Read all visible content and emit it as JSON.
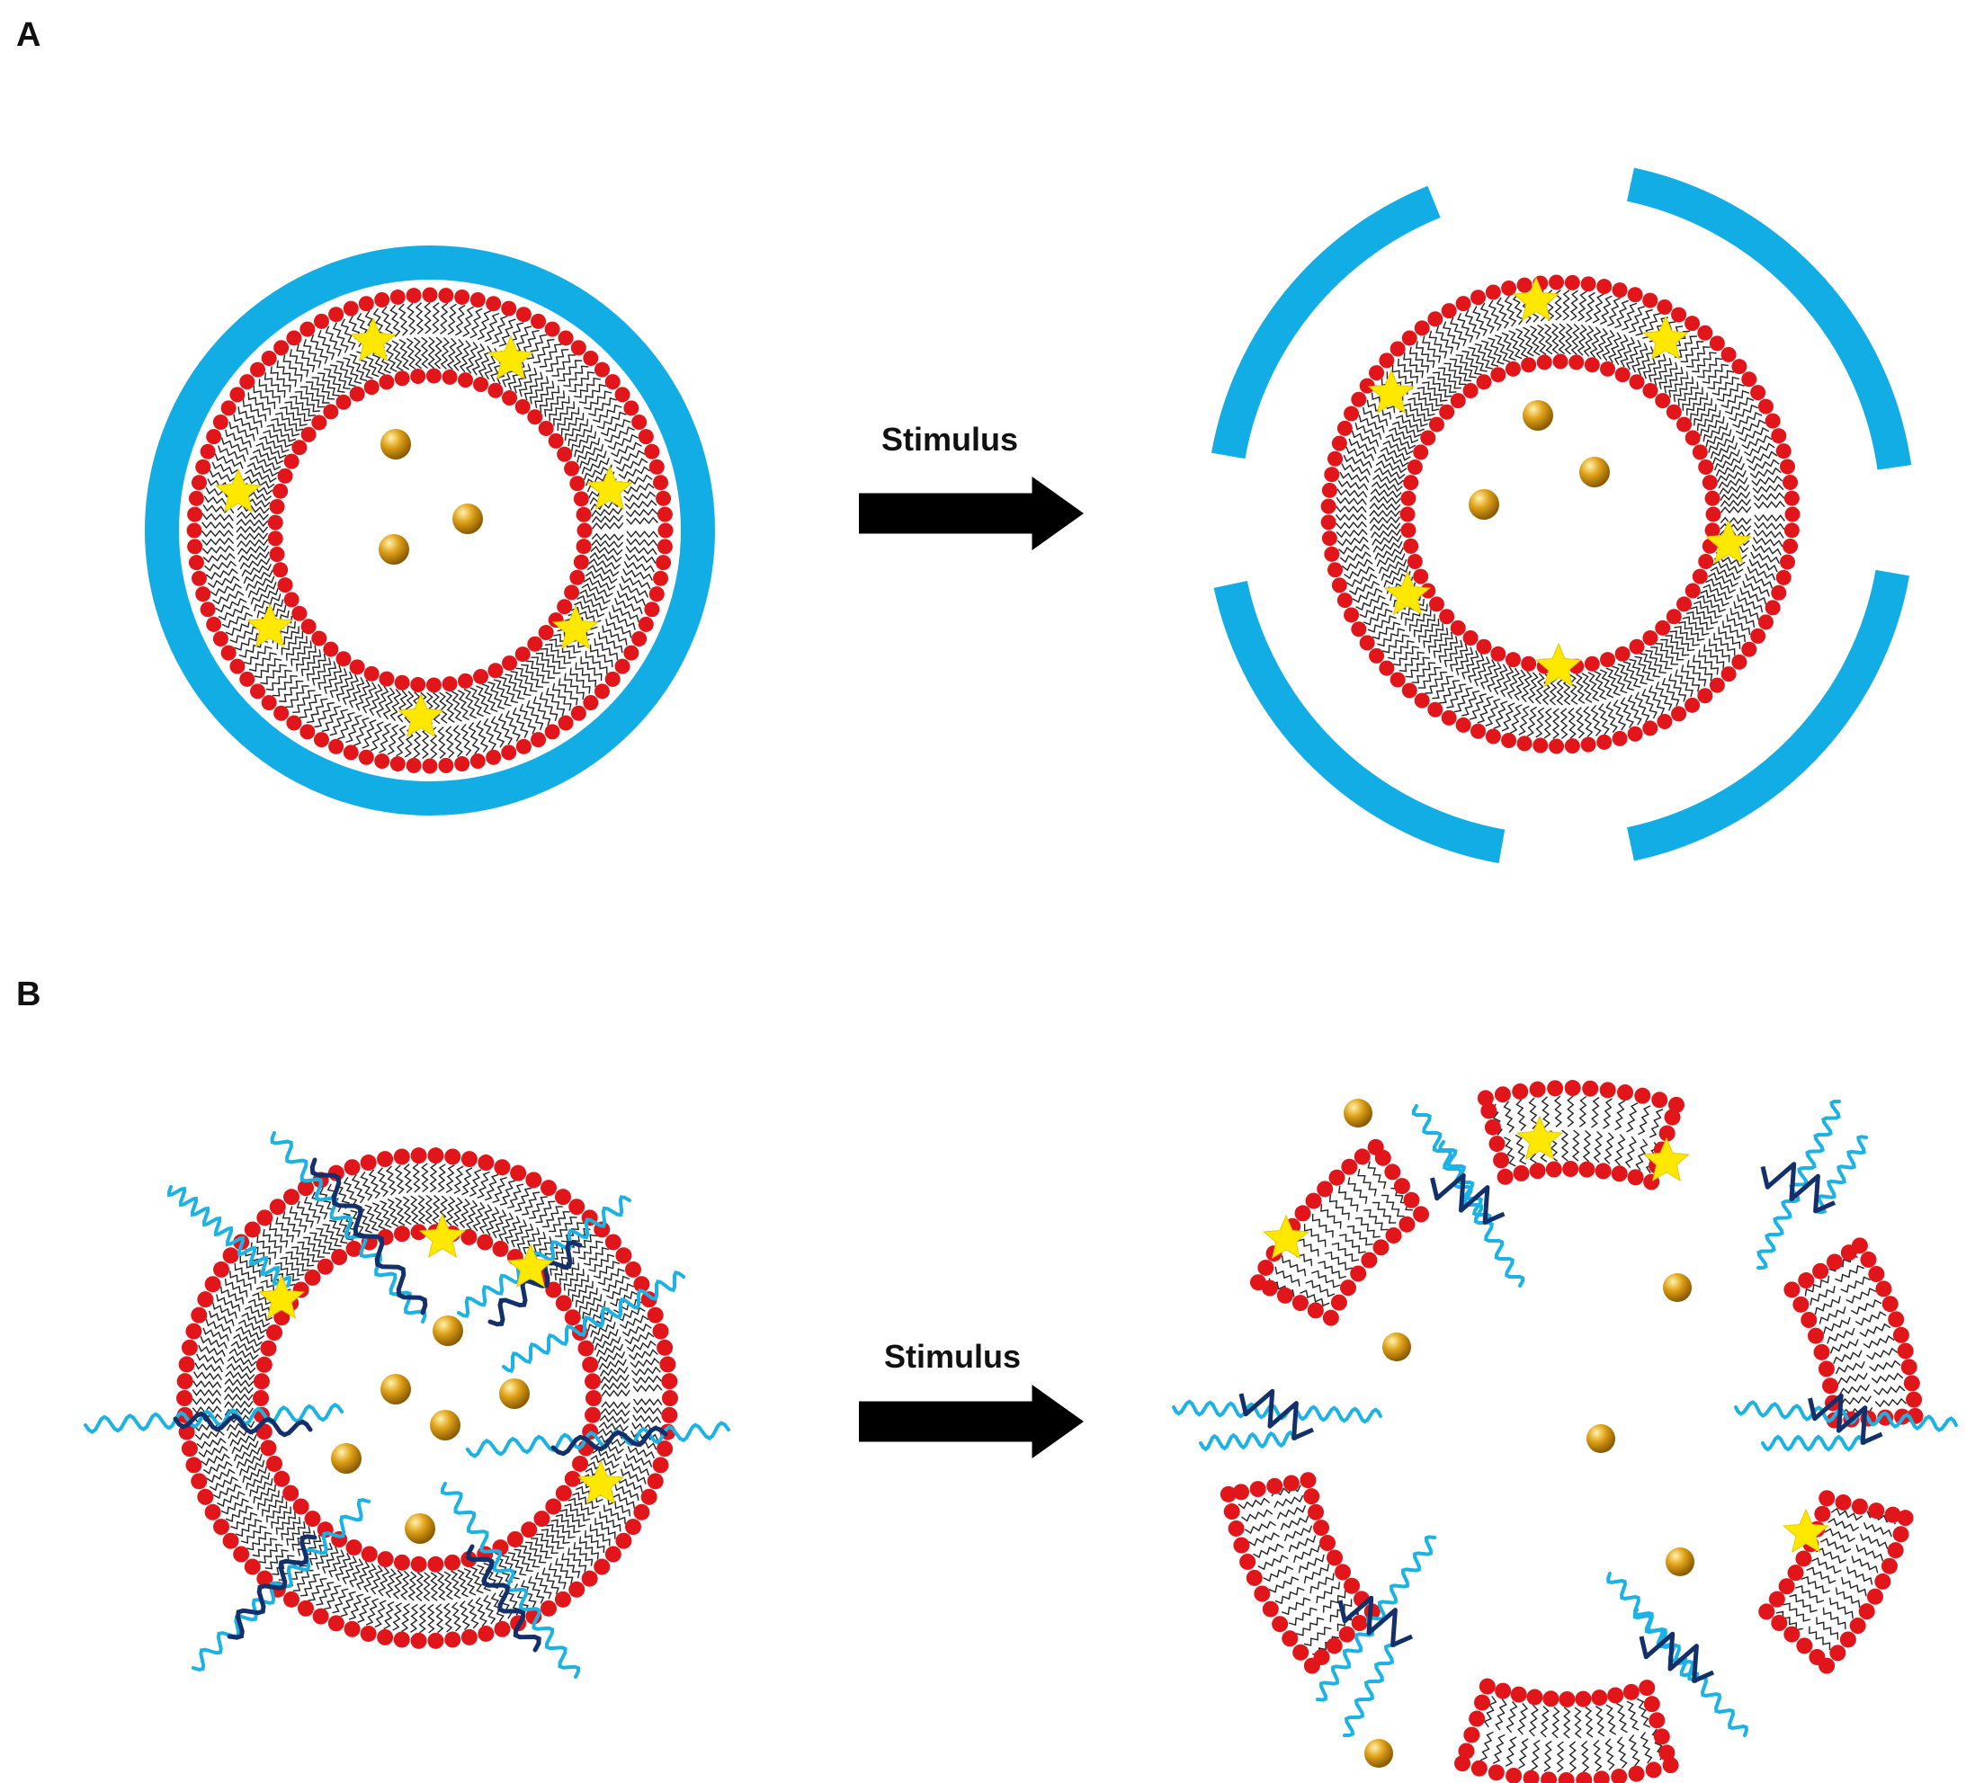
{
  "panels": [
    {
      "id": "A",
      "label": "A",
      "arrow_label": "Stimulus"
    },
    {
      "id": "B",
      "label": "B",
      "arrow_label": "Stimulus"
    }
  ],
  "colors": {
    "head": "#e0161b",
    "tail": "#222222",
    "coating": "#13ade6",
    "star": "#ffe800",
    "drug": "#e0a21a",
    "polymer_light": "#1cb2e3",
    "polymer_dark": "#13306b",
    "arrow": "#000000"
  },
  "icons": [
    "liposome-icon",
    "drug-particle-icon",
    "star-icon",
    "polymer-chain-icon",
    "arrow-icon"
  ]
}
